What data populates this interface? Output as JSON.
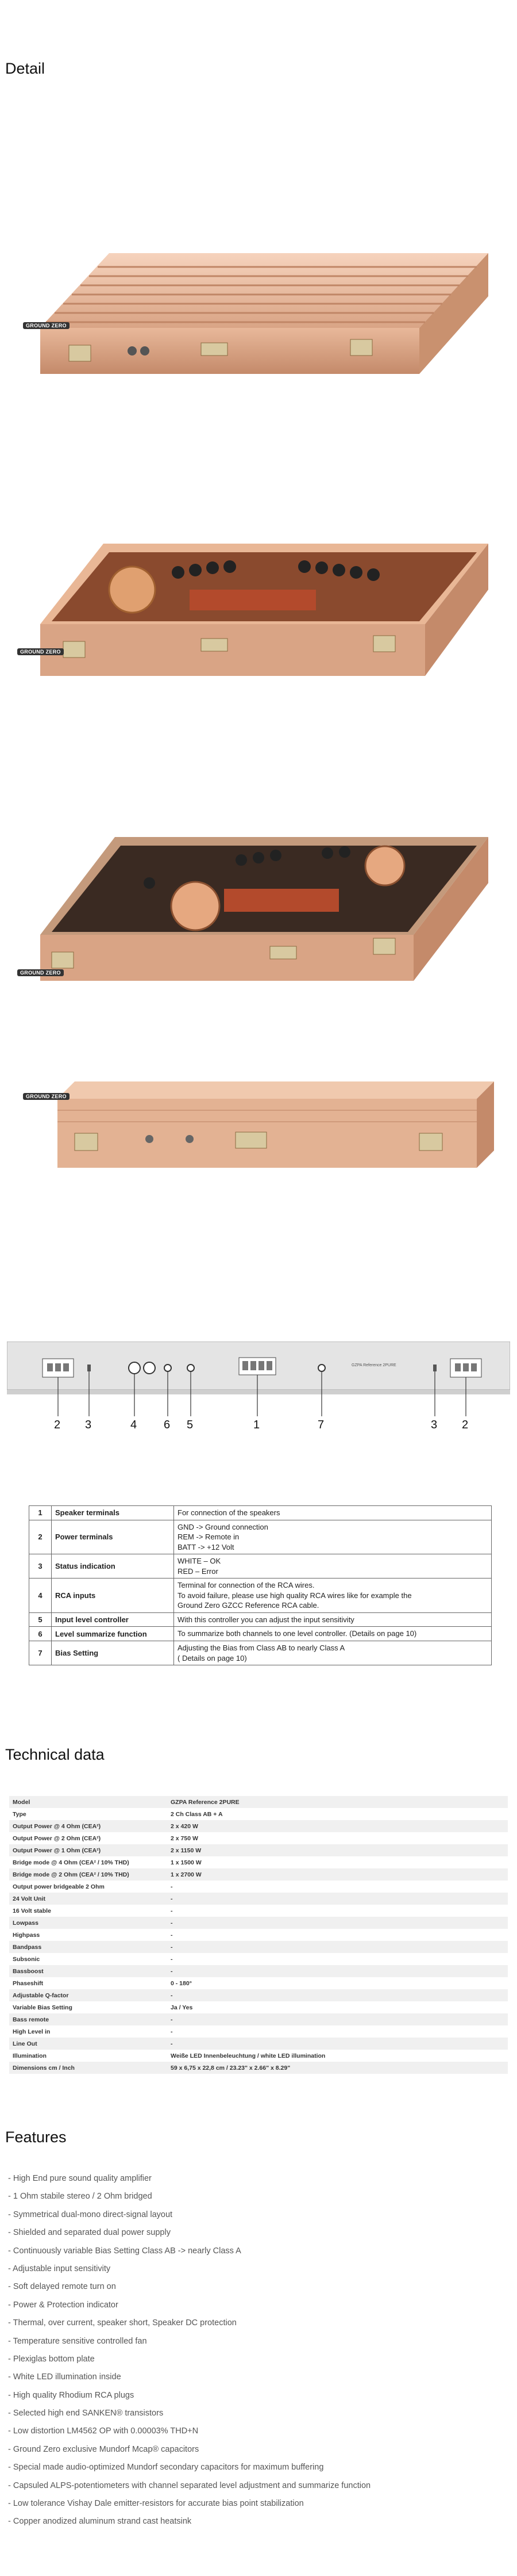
{
  "detail": {
    "title": "Detail"
  },
  "brand_badge": {
    "text": "GROUND ZERO"
  },
  "diagram": {
    "panel_model_text": "GZPA Reference 2PURE",
    "callouts": [
      "2",
      "3",
      "4",
      "6",
      "5",
      "1",
      "7",
      "3",
      "2"
    ]
  },
  "terminals": {
    "rows": [
      {
        "num": "1",
        "name": "Speaker terminals",
        "desc": [
          "For connection of the speakers"
        ]
      },
      {
        "num": "2",
        "name": "Power terminals",
        "desc": [
          "GND -> Ground connection",
          "REM -> Remote in",
          "BATT -> +12 Volt"
        ]
      },
      {
        "num": "3",
        "name": "Status indication",
        "desc": [
          "WHITE – OK",
          "RED – Error"
        ]
      },
      {
        "num": "4",
        "name": "RCA inputs",
        "desc": [
          "Terminal for connection of the RCA wires.",
          "To avoid failure, please use high quality RCA wires like for example the",
          "Ground Zero GZCC Reference RCA cable."
        ]
      },
      {
        "num": "5",
        "name": "Input level controller",
        "desc": [
          "With this controller you can adjust the input sensitivity"
        ]
      },
      {
        "num": "6",
        "name": "Level summarize function",
        "desc": [
          "To summarize both channels to one level controller. (Details on page 10)"
        ]
      },
      {
        "num": "7",
        "name": "Bias Setting",
        "desc": [
          "Adjusting the Bias from Class AB to nearly Class A",
          "( Details on page 10)"
        ]
      }
    ]
  },
  "technical": {
    "title": "Technical data",
    "rows": [
      {
        "k": "Model",
        "v": "GZPA Reference 2PURE"
      },
      {
        "k": "Type",
        "v": "2 Ch Class AB + A"
      },
      {
        "k": "Output Power @ 4 Ohm (CEA²)",
        "v": "2 x 420 W"
      },
      {
        "k": "Output Power @ 2 Ohm (CEA²)",
        "v": "2 x 750 W"
      },
      {
        "k": "Output Power @ 1 Ohm (CEA²)",
        "v": "2 x 1150 W"
      },
      {
        "k": "Bridge mode @ 4 Ohm (CEA² / 10% THD)",
        "v": "1 x 1500 W"
      },
      {
        "k": "Bridge mode @ 2 Ohm (CEA² / 10% THD)",
        "v": "1 x 2700 W"
      },
      {
        "k": "Output power bridgeable 2 Ohm",
        "v": "-"
      },
      {
        "k": "24 Volt Unit",
        "v": "-"
      },
      {
        "k": "16 Volt stable",
        "v": "-"
      },
      {
        "k": "Lowpass",
        "v": "-"
      },
      {
        "k": "Highpass",
        "v": "-"
      },
      {
        "k": "Bandpass",
        "v": "-"
      },
      {
        "k": "Subsonic",
        "v": "-"
      },
      {
        "k": "Bassboost",
        "v": "-"
      },
      {
        "k": "Phaseshift",
        "v": "0 - 180°"
      },
      {
        "k": "Adjustable Q-factor",
        "v": "-"
      },
      {
        "k": "Variable Bias Setting",
        "v": "Ja / Yes"
      },
      {
        "k": "Bass remote",
        "v": "-"
      },
      {
        "k": "High Level in",
        "v": "-"
      },
      {
        "k": "Line Out",
        "v": "-"
      },
      {
        "k": "Illumination",
        "v": "Weiße LED Innenbeleuchtung / white LED illumination"
      },
      {
        "k": "Dimensions cm / Inch",
        "v": "59 x 6,75 x 22,8 cm / 23.23\" x 2.66\" x 8.29\""
      }
    ]
  },
  "features": {
    "title": "Features",
    "items": [
      "- High End pure sound quality amplifier",
      "- 1 Ohm stabile stereo / 2 Ohm bridged",
      "- Symmetrical dual-mono direct-signal layout",
      "- Shielded and separated dual power supply",
      "- Continuously variable Bias Setting Class AB -> nearly Class A",
      "- Adjustable input sensitivity",
      "- Soft delayed remote turn on",
      "- Power & Protection indicator",
      "- Thermal, over current, speaker short, Speaker DC protection",
      "- Temperature sensitive controlled fan",
      "- Plexiglas bottom plate",
      "- White LED illumination inside",
      "- High quality Rhodium RCA plugs",
      "- Selected high end SANKEN® transistors",
      "- Low distortion LM4562 OP with 0.00003% THD+N",
      "- Ground Zero exclusive Mundorf Mcap® capacitors",
      "- Special made audio-optimized Mundorf secondary capacitors for maximum buffering",
      "- Capsuled ALPS-potentiometers with channel separated level adjustment and summarize function",
      "- Low tolerance Vishay Dale emitter-resistors for accurate bias point stabilization",
      "- Copper anodized aluminum strand cast heatsink"
    ]
  }
}
